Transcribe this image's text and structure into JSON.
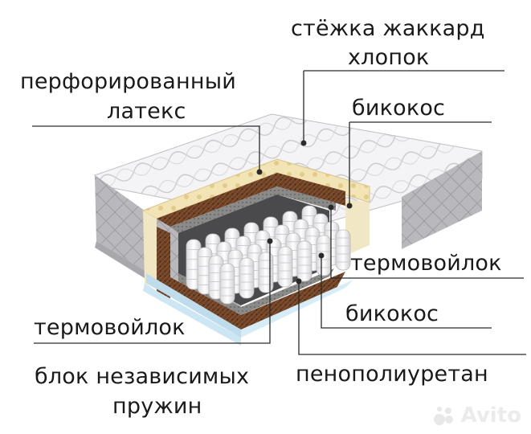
{
  "labels": {
    "top_right_1": "стёжка жаккард",
    "top_right_2": "хлопок",
    "latex_1": "перфорированный",
    "latex_2": "латекс",
    "bikokos_top": "бикокос",
    "thermo_right": "термовойлок",
    "bikokos_right": "бикокос",
    "thermo_left": "термовойлок",
    "spring_block_1": "блок независимых",
    "spring_block_2": "пружин",
    "foam": "пенополиуретан"
  },
  "watermark": {
    "text": "Avito"
  },
  "colors": {
    "text": "#1a1a1a",
    "leader": "#2a2a2a",
    "latex": "#f3e8c4",
    "coir": "#6a3f22",
    "felt": "#7a7a78",
    "foam": "#cfe8f4",
    "cover": "#f0f0f2"
  }
}
